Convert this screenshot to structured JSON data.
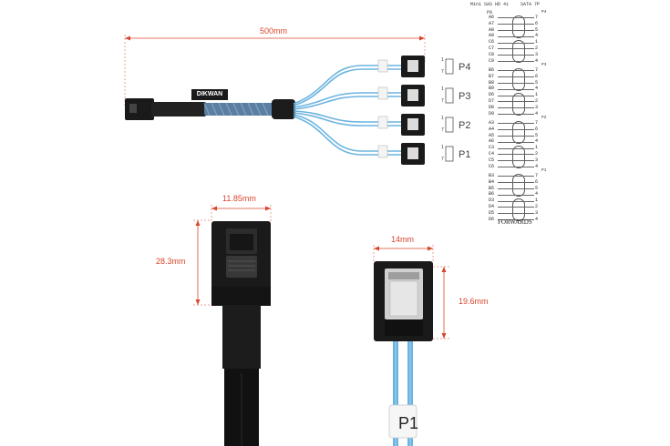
{
  "dimensions": {
    "cable_length": "500mm",
    "connector_width": "11.85mm",
    "connector_height": "28.3mm",
    "sata_width": "14mm",
    "sata_height": "19.6mm"
  },
  "brand": "DIKWAN",
  "ports": [
    "P4",
    "P3",
    "P2",
    "P1"
  ],
  "sata_pin_top": "1",
  "sata_pin_bottom": "7",
  "closeup_label": "P1",
  "pinout": {
    "header_left": "Mini SAS HD 4i",
    "header_right": "SATA 7P",
    "header_left_sub": "P0",
    "footer": "FORWARDS",
    "groups": [
      {
        "port": "P4",
        "left": [
          "A6",
          "A7",
          "A8",
          "A9",
          "C6",
          "C7",
          "C8",
          "C9"
        ],
        "right": [
          "7",
          "6",
          "5",
          "4",
          "1",
          "2",
          "3",
          "4"
        ]
      },
      {
        "port": "P3",
        "left": [
          "B6",
          "B7",
          "B8",
          "B9",
          "D6",
          "D7",
          "D8",
          "D9"
        ],
        "right": [
          "7",
          "6",
          "5",
          "4",
          "1",
          "2",
          "3",
          "4"
        ]
      },
      {
        "port": "P2",
        "left": [
          "A3",
          "A4",
          "A5",
          "A6",
          "C3",
          "C4",
          "C5",
          "C6"
        ],
        "right": [
          "7",
          "6",
          "5",
          "4",
          "1",
          "2",
          "3",
          "4"
        ]
      },
      {
        "port": "P1",
        "left": [
          "B3",
          "B4",
          "B5",
          "B6",
          "D3",
          "D4",
          "D5",
          "D6"
        ],
        "right": [
          "7",
          "6",
          "5",
          "4",
          "1",
          "2",
          "3",
          "4"
        ]
      }
    ]
  },
  "colors": {
    "dimension": "#d9462d",
    "cable_blue": "#6cb4e0",
    "connector": "#1a1a1a"
  }
}
